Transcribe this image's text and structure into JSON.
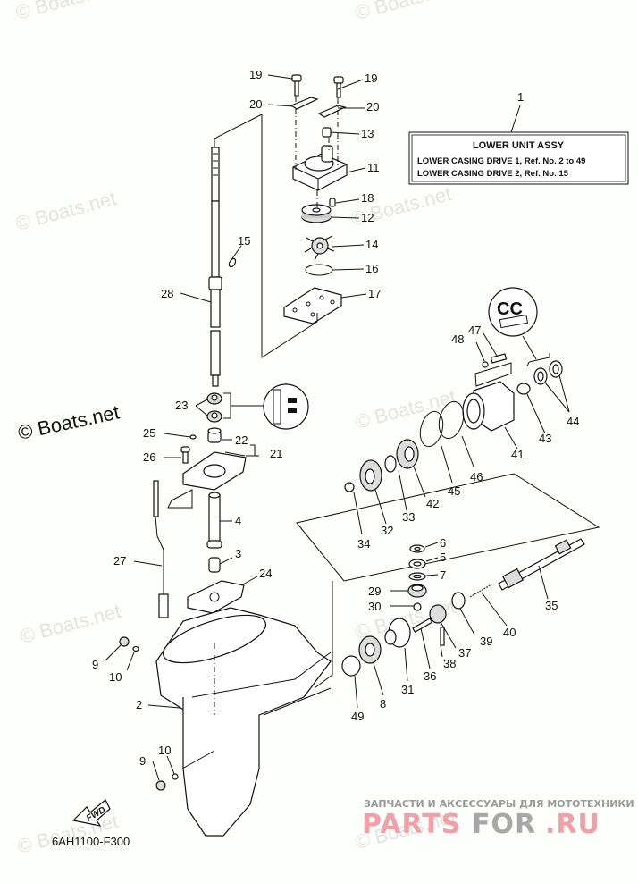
{
  "diagram": {
    "title_box": {
      "ref": "1",
      "title": "LOWER UNIT ASSY",
      "line1": "LOWER CASING DRIVE 1, Ref. No. 2 to 49",
      "line2": "LOWER CASING DRIVE 2, Ref. No. 15"
    },
    "drawing_code": "6AH1100-F300",
    "fwd_label": "FWD",
    "callouts": {
      "c19a": "19",
      "c19b": "19",
      "c20a": "20",
      "c20b": "20",
      "c13": "13",
      "c11": "11",
      "c18": "18",
      "c12": "12",
      "c15": "15",
      "c14": "14",
      "c16": "16",
      "c17": "17",
      "c28": "28",
      "c23": "23",
      "c25": "25",
      "c22": "22",
      "c21": "21",
      "c26": "26",
      "c4": "4",
      "c27": "27",
      "c3": "3",
      "c24": "24",
      "c9a": "9",
      "c10a": "10",
      "c2": "2",
      "c10b": "10",
      "c9b": "9",
      "c48": "48",
      "c47": "47",
      "c44": "44",
      "c43": "43",
      "c41": "41",
      "c46": "46",
      "c45": "45",
      "c42": "42",
      "c33": "33",
      "c32": "32",
      "c34": "34",
      "c6": "6",
      "c5": "5",
      "c7": "7",
      "c29": "29",
      "c30": "30",
      "c35": "35",
      "c40": "40",
      "c39": "39",
      "c37": "37",
      "c38": "38",
      "c36": "36",
      "c31": "31",
      "c8": "8",
      "c49": "49"
    },
    "detail_callouts": [
      "CC"
    ]
  },
  "watermarks": {
    "boats": "© Boats.net",
    "site_tagline": "ЗАПЧАСТИ И АКСЕССУАРЫ ДЛЯ МОТОТЕХНИКИ",
    "site_brand_part1": "PARTS",
    "site_brand_part2": "FOR",
    "site_brand_part3": ".RU",
    "colors": {
      "brand_red": "#f2a0a8",
      "brand_gray": "#a8a8a8",
      "tagline_gray": "#9a9a9a"
    }
  }
}
